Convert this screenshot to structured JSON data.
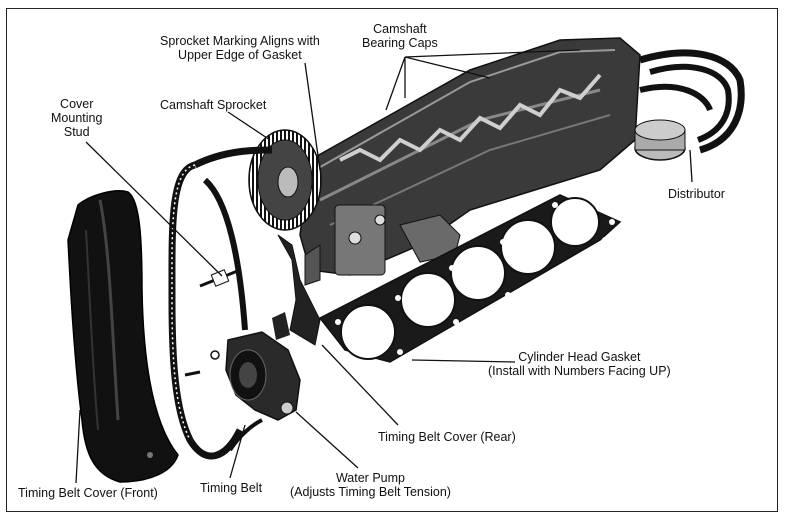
{
  "labels": {
    "sprocket_marking": [
      "Sprocket Marking Aligns with",
      "Upper Edge of Gasket"
    ],
    "camshaft_bearing_caps": [
      "Camshaft",
      "Bearing Caps"
    ],
    "cover_mounting_stud": [
      "Cover",
      "Mounting",
      "Stud"
    ],
    "camshaft_sprocket": "Camshaft Sprocket",
    "distributor": "Distributor",
    "cylinder_head_gasket": [
      "Cylinder Head Gasket",
      "(Install with Numbers Facing UP)"
    ],
    "timing_belt_cover_rear": "Timing Belt Cover (Rear)",
    "water_pump": [
      "Water Pump",
      "(Adjusts Timing Belt Tension)"
    ],
    "timing_belt": "Timing Belt",
    "timing_belt_cover_front": "Timing Belt Cover (Front)"
  },
  "colors": {
    "ink": "#111111",
    "part_dark": "#1a1a1a",
    "part_mid": "#555555",
    "paper": "#ffffff"
  }
}
